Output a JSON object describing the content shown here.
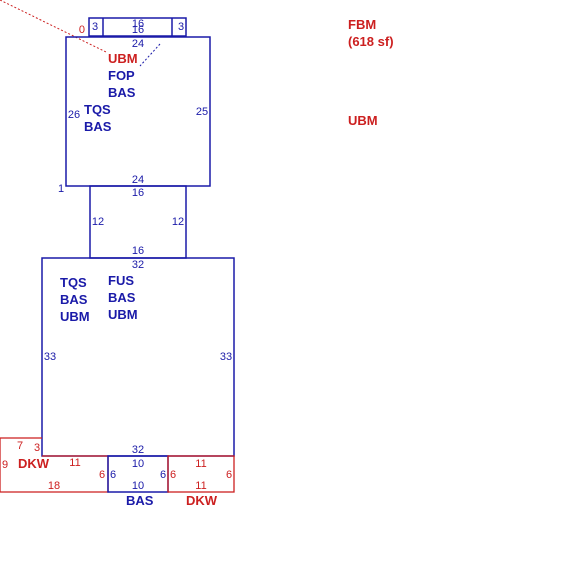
{
  "summary": {
    "code": "FBM",
    "area": "(618 sf)",
    "extra_code": "UBM",
    "color": "#cc1f1f"
  },
  "colors": {
    "blue": "#1a1aa8",
    "red": "#cc1f1f"
  },
  "top_strip": {
    "dims": [
      "0",
      "3",
      "16",
      "16",
      "3"
    ]
  },
  "upper_block": {
    "dims": [
      "24",
      "26",
      "25",
      "24",
      "1"
    ],
    "codes_right": [
      "UBM",
      "FOP",
      "BAS"
    ],
    "codes_left": [
      "TQS",
      "BAS"
    ]
  },
  "connector": {
    "dims": [
      "16",
      "12",
      "12",
      "16"
    ]
  },
  "lower_block": {
    "dims": [
      "32",
      "33",
      "33",
      "32"
    ],
    "codes_left": [
      "TQS",
      "BAS",
      "UBM"
    ],
    "codes_right": [
      "FUS",
      "BAS",
      "UBM"
    ]
  },
  "left_wing": {
    "dims": [
      "7",
      "3",
      "9",
      "11",
      "6",
      "18"
    ],
    "code": "DKW"
  },
  "middle_wing": {
    "dims": [
      "10",
      "6",
      "6",
      "10"
    ],
    "code": "BAS"
  },
  "right_wing": {
    "dims": [
      "11",
      "6",
      "6",
      "11"
    ],
    "code": "DKW"
  }
}
